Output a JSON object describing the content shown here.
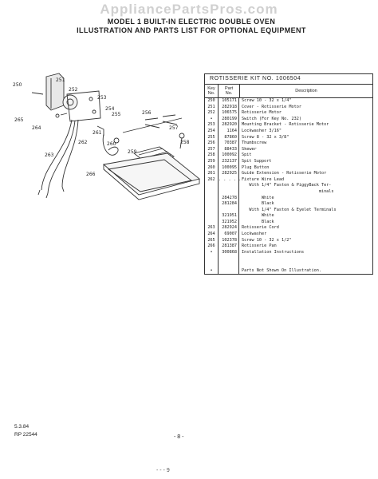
{
  "watermark": "AppliancePartsPros.com",
  "header": {
    "line1": "MODEL 1    BUILT-IN ELECTRIC DOUBLE OVEN",
    "line2": "ILLUSTRATION AND PARTS LIST FOR OPTIONAL EQUIPMENT"
  },
  "diagram": {
    "callouts": [
      "250",
      "251",
      "252",
      "253",
      "254",
      "255",
      "256",
      "257",
      "258",
      "259",
      "260",
      "261",
      "262",
      "263",
      "264",
      "265",
      "266"
    ]
  },
  "table": {
    "kit_title": "ROTISSERIE KIT NO. 1006504",
    "col_key_line1": "Key",
    "col_key_line2": "No.",
    "col_part_line1": "Part",
    "col_part_line2": "No.",
    "col_desc": "Description",
    "rows": [
      {
        "key": "250",
        "part": "105171",
        "desc": "Screw 10 - 32 x 1/4\""
      },
      {
        "key": "251",
        "part": "282918",
        "desc": "Cover - Rotisserie Motor"
      },
      {
        "key": "252",
        "part": "106575",
        "desc": "Rotisserie Motor"
      },
      {
        "key": "•",
        "part": "280199",
        "desc": "Switch (For Key No. 232)"
      },
      {
        "key": "253",
        "part": "282920",
        "desc": "Mounting Bracket - Rotisserie Motor"
      },
      {
        "key": "254",
        "part": "1164",
        "desc": "Lockwasher 3/16\""
      },
      {
        "key": "255",
        "part": "87860",
        "desc": "Screw 8 - 32 x 3/8\""
      },
      {
        "key": "256",
        "part": "70387",
        "desc": "Thumbscrew"
      },
      {
        "key": "257",
        "part": "88433",
        "desc": "Skewer"
      },
      {
        "key": "258",
        "part": "100092",
        "desc": "Spit"
      },
      {
        "key": "259",
        "part": "232137",
        "desc": "Spit Support"
      },
      {
        "key": "260",
        "part": "100095",
        "desc": "Plug Button"
      },
      {
        "key": "261",
        "part": "282925",
        "desc": "Guide Extension - Rotisserie Motor"
      },
      {
        "key": "262",
        "part": ". . . . . .",
        "desc": "Fixture Wire Lead"
      },
      {
        "key": "",
        "part": "",
        "desc": "   With 1/4\" Faston & PiggyBack Ter-"
      },
      {
        "key": "",
        "part": "",
        "desc": "                               minals"
      },
      {
        "key": "",
        "part": "284278",
        "desc": "        White"
      },
      {
        "key": "",
        "part": "281284",
        "desc": "        Black"
      },
      {
        "key": "",
        "part": "",
        "desc": "   With 1/4\" Faston & Eyelet Terminals"
      },
      {
        "key": "",
        "part": "321951",
        "desc": "        White"
      },
      {
        "key": "",
        "part": "321952",
        "desc": "        Black"
      },
      {
        "key": "263",
        "part": "282924",
        "desc": "Rotisserie Cord"
      },
      {
        "key": "264",
        "part": "69007",
        "desc": "Lockwasher"
      },
      {
        "key": "265",
        "part": "102378",
        "desc": "Screw 10 - 32 x 1/2\""
      },
      {
        "key": "266",
        "part": "281387",
        "desc": "Rotisserie Pan"
      },
      {
        "key": "•",
        "part": "300868",
        "desc": "Installation Instructions"
      },
      {
        "key": "",
        "part": "",
        "desc": ""
      },
      {
        "key": "",
        "part": "",
        "desc": ""
      },
      {
        "key": "•",
        "part": "",
        "desc": "Parts Not Shown On Illustration."
      }
    ]
  },
  "footer": {
    "date": "5.3.84",
    "code": "RP 22544",
    "page": "- 8 -",
    "edge": "- - - 9"
  }
}
